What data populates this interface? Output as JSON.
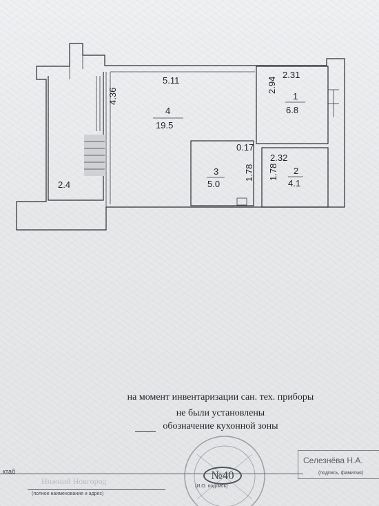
{
  "plan": {
    "dimensions": {
      "top_width": "5.11",
      "left_height": "4.36",
      "room1_width": "2.31",
      "room1_height": "2.94",
      "gap": "0.17",
      "room2_width": "2.32",
      "room3_height": "1.78",
      "room2_height": "1.78"
    },
    "rooms": [
      {
        "number": "1",
        "area": "6.8"
      },
      {
        "number": "2",
        "area": "4.1"
      },
      {
        "number": "3",
        "area": "5.0"
      },
      {
        "number": "4",
        "area": "19.5"
      }
    ],
    "balcony_area": "2.4"
  },
  "notes": {
    "line1": "на момент инвентаризации сан. тех. приборы",
    "line2": "не были установлены",
    "line3": "обозначение кухонной зоны"
  },
  "footer": {
    "left_tag": "ктаб",
    "faded_text": "Нижний Новгород",
    "left_caption": "(полное наименование и адрес)",
    "seal_number": "№40",
    "seal_caption": "(И.О. подпись)",
    "signer_name": "Селезнёва Н.А.",
    "signer_caption": "(подпись, фамилия)"
  }
}
